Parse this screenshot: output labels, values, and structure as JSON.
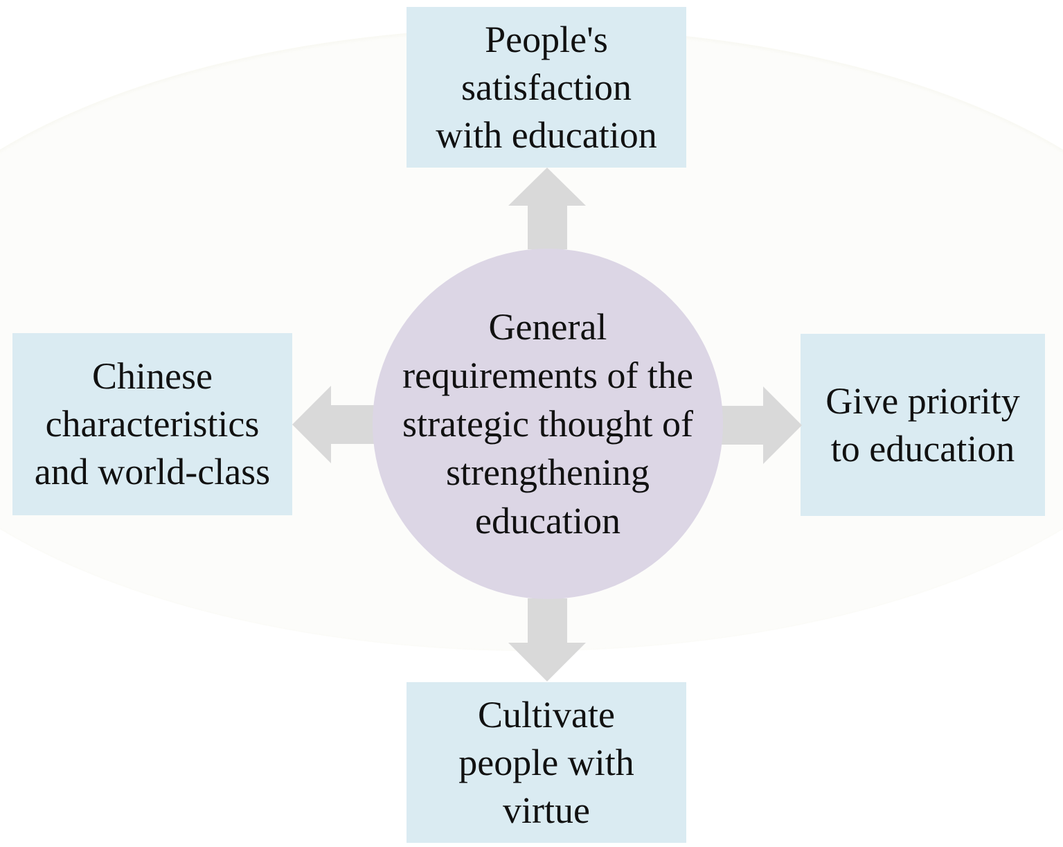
{
  "diagram": {
    "center": {
      "text": "General\nrequirements of the\nstrategic thought of\nstrengthening\neducation",
      "color": "#dcd6e5"
    },
    "nodes": {
      "top": {
        "text": "People's\nsatisfaction\nwith education"
      },
      "left": {
        "text": "Chinese\ncharacteristics\nand world-class"
      },
      "right": {
        "text": "Give priority\nto education"
      },
      "bottom": {
        "text": "Cultivate\npeople with\nvirtue"
      }
    },
    "colors": {
      "box_fill": "#daebf2",
      "arrow_fill": "#d9d9d9",
      "text": "#111111"
    },
    "arrows": [
      {
        "from": "center",
        "to": "top"
      },
      {
        "from": "center",
        "to": "left"
      },
      {
        "from": "center",
        "to": "right"
      },
      {
        "from": "center",
        "to": "bottom"
      }
    ]
  }
}
